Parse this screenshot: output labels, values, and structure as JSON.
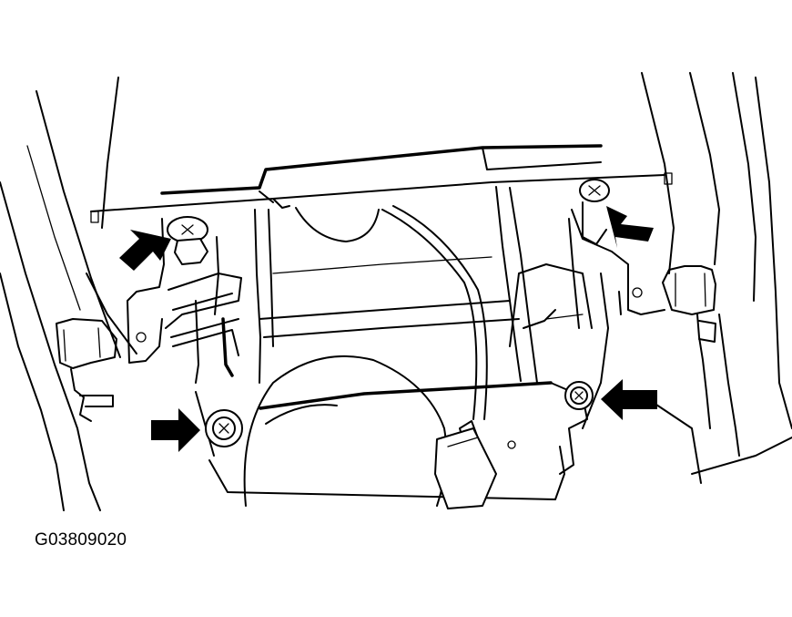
{
  "figure": {
    "code": "G03809020"
  },
  "callouts": [
    {
      "name": "arrow-upper-left-bolt",
      "points_to": "upper-left-bolt"
    },
    {
      "name": "arrow-upper-right-bolt",
      "points_to": "upper-right-bolt"
    },
    {
      "name": "arrow-lower-left-bolt",
      "points_to": "lower-left-bolt"
    },
    {
      "name": "arrow-lower-right-bolt",
      "points_to": "lower-right-bolt"
    }
  ],
  "colors": {
    "line": "#000000",
    "background": "#ffffff"
  }
}
